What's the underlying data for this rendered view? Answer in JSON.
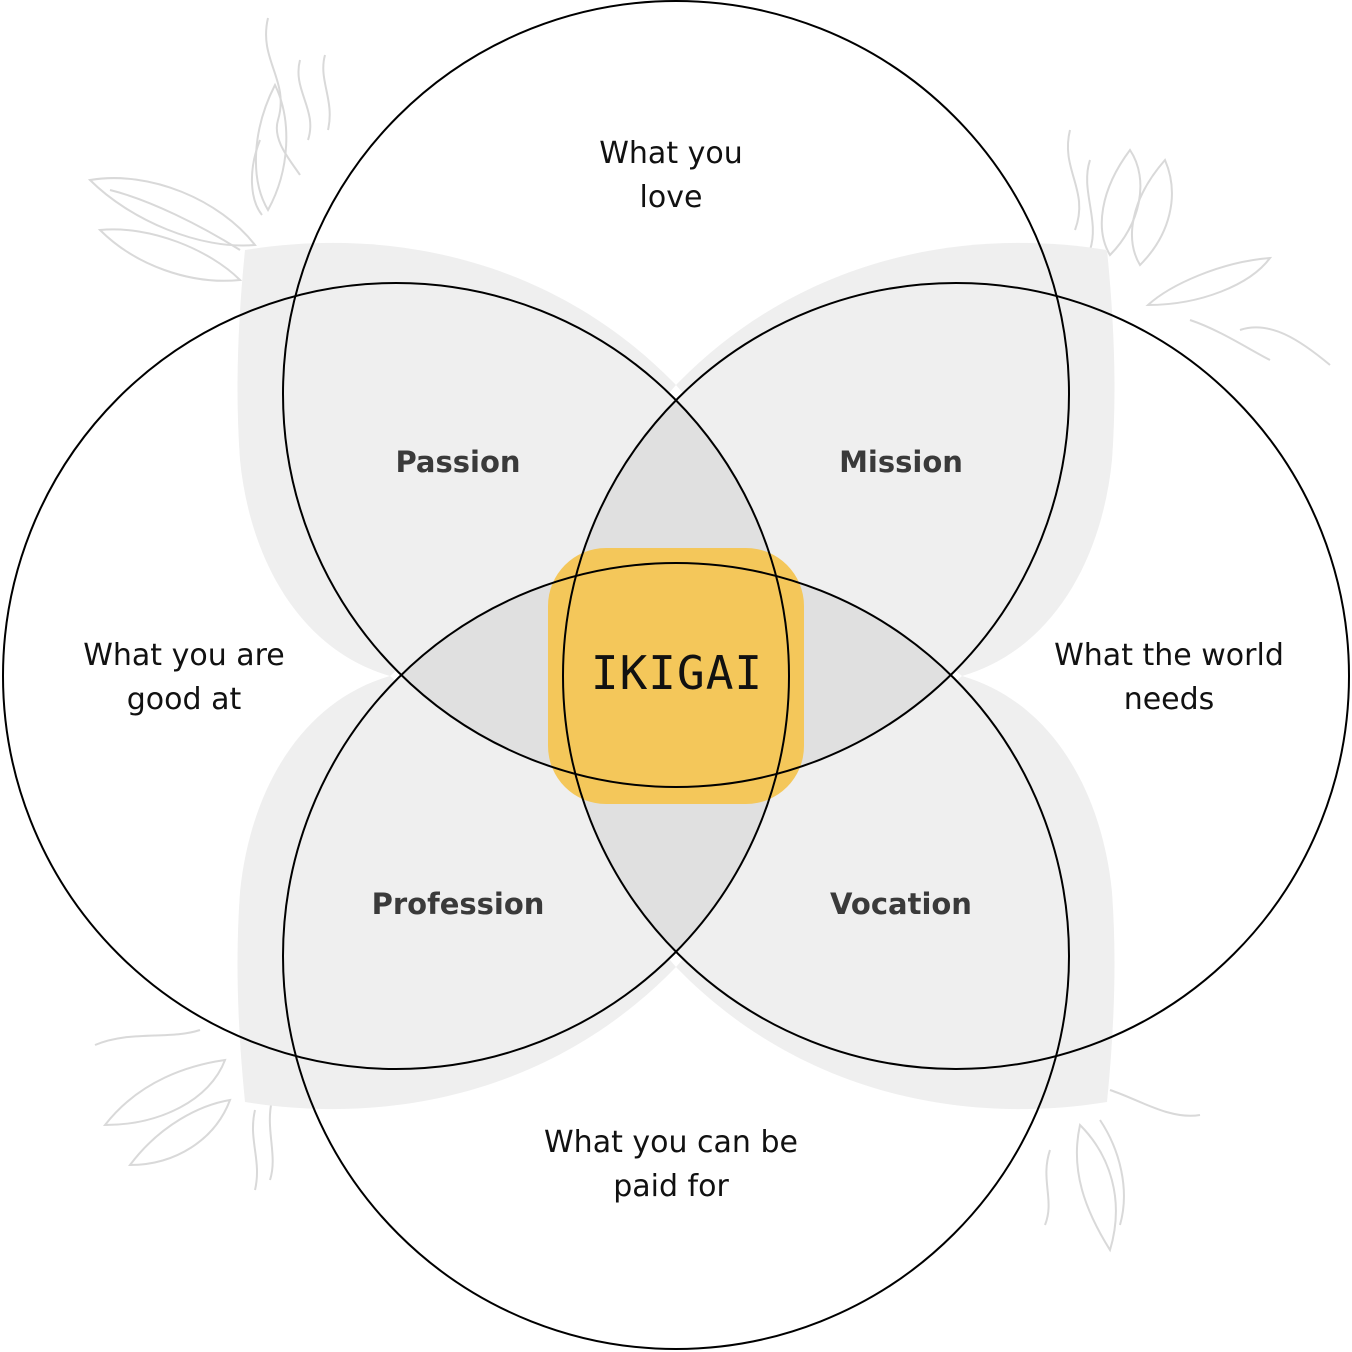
{
  "colors": {
    "background": "#ffffff",
    "outline": "#000000",
    "light_fill": "#efefef",
    "mid_fill": "#e0e0e0",
    "accent": "#f4c75a",
    "decor": "#d9d9d9"
  },
  "circles": {
    "top": {
      "line1": "What you",
      "line2": "love"
    },
    "left": {
      "line1": "What you are",
      "line2": "good at"
    },
    "right": {
      "line1": "What the world",
      "line2": "needs"
    },
    "bottom": {
      "line1": "What you can be",
      "line2": "paid for"
    }
  },
  "overlaps": {
    "top_left": "Passion",
    "top_right": "Mission",
    "bottom_left": "Profession",
    "bottom_right": "Vocation"
  },
  "center": "IKIGAI"
}
